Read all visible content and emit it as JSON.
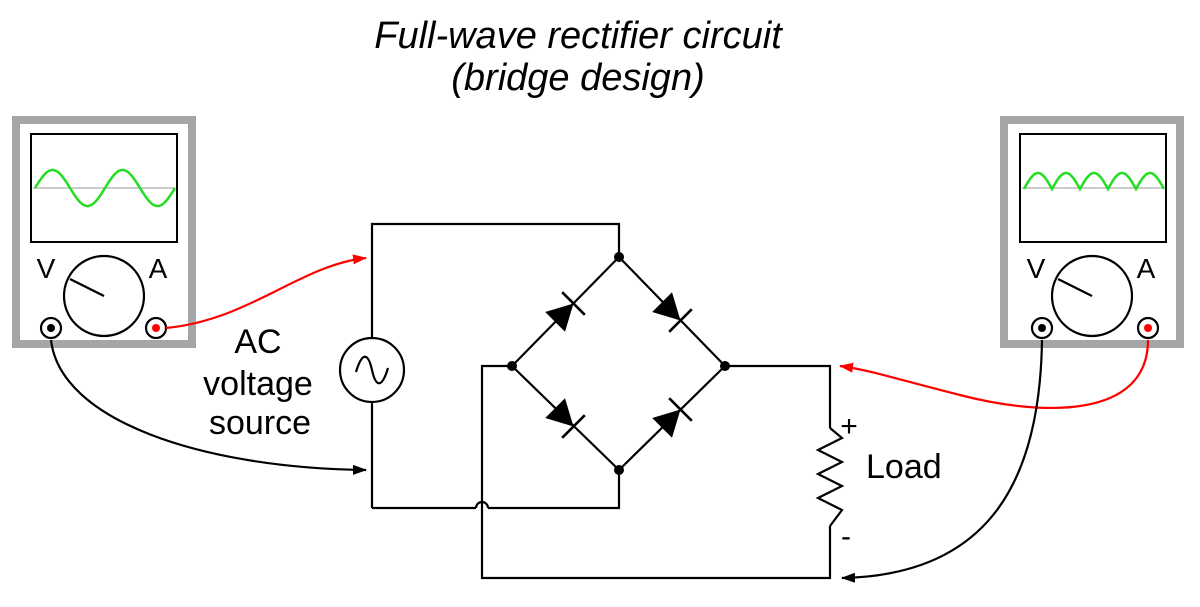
{
  "title": {
    "line1": "Full-wave rectifier circuit",
    "line2": "(bridge design)"
  },
  "labels": {
    "source_line1": "AC",
    "source_line2": "voltage",
    "source_line3": "source",
    "load": "Load",
    "plus": "+",
    "minus": "-"
  },
  "meters": {
    "left": {
      "volt_label": "V",
      "amp_label": "A",
      "trace": "sine"
    },
    "right": {
      "volt_label": "V",
      "amp_label": "A",
      "trace": "rectified"
    }
  },
  "colors": {
    "scope_frame": "#a6a6a6",
    "trace": "#22dd22",
    "red_probe": "#ff0000",
    "black_probe": "#000000"
  }
}
